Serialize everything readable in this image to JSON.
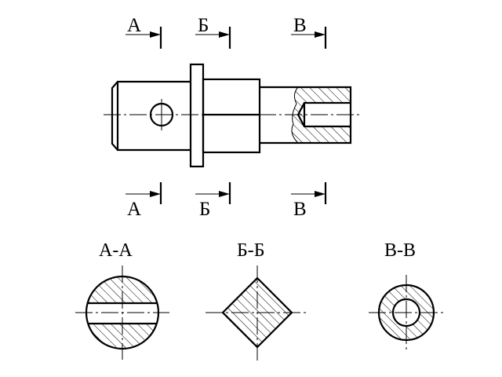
{
  "cutting_planes": [
    {
      "letter": "А"
    },
    {
      "letter": "Б"
    },
    {
      "letter": "В"
    }
  ],
  "sections": [
    {
      "title": "А-А"
    },
    {
      "title": "Б-Б"
    },
    {
      "title": "В-В"
    }
  ],
  "colors": {
    "line": "#000000",
    "background": "#ffffff"
  }
}
